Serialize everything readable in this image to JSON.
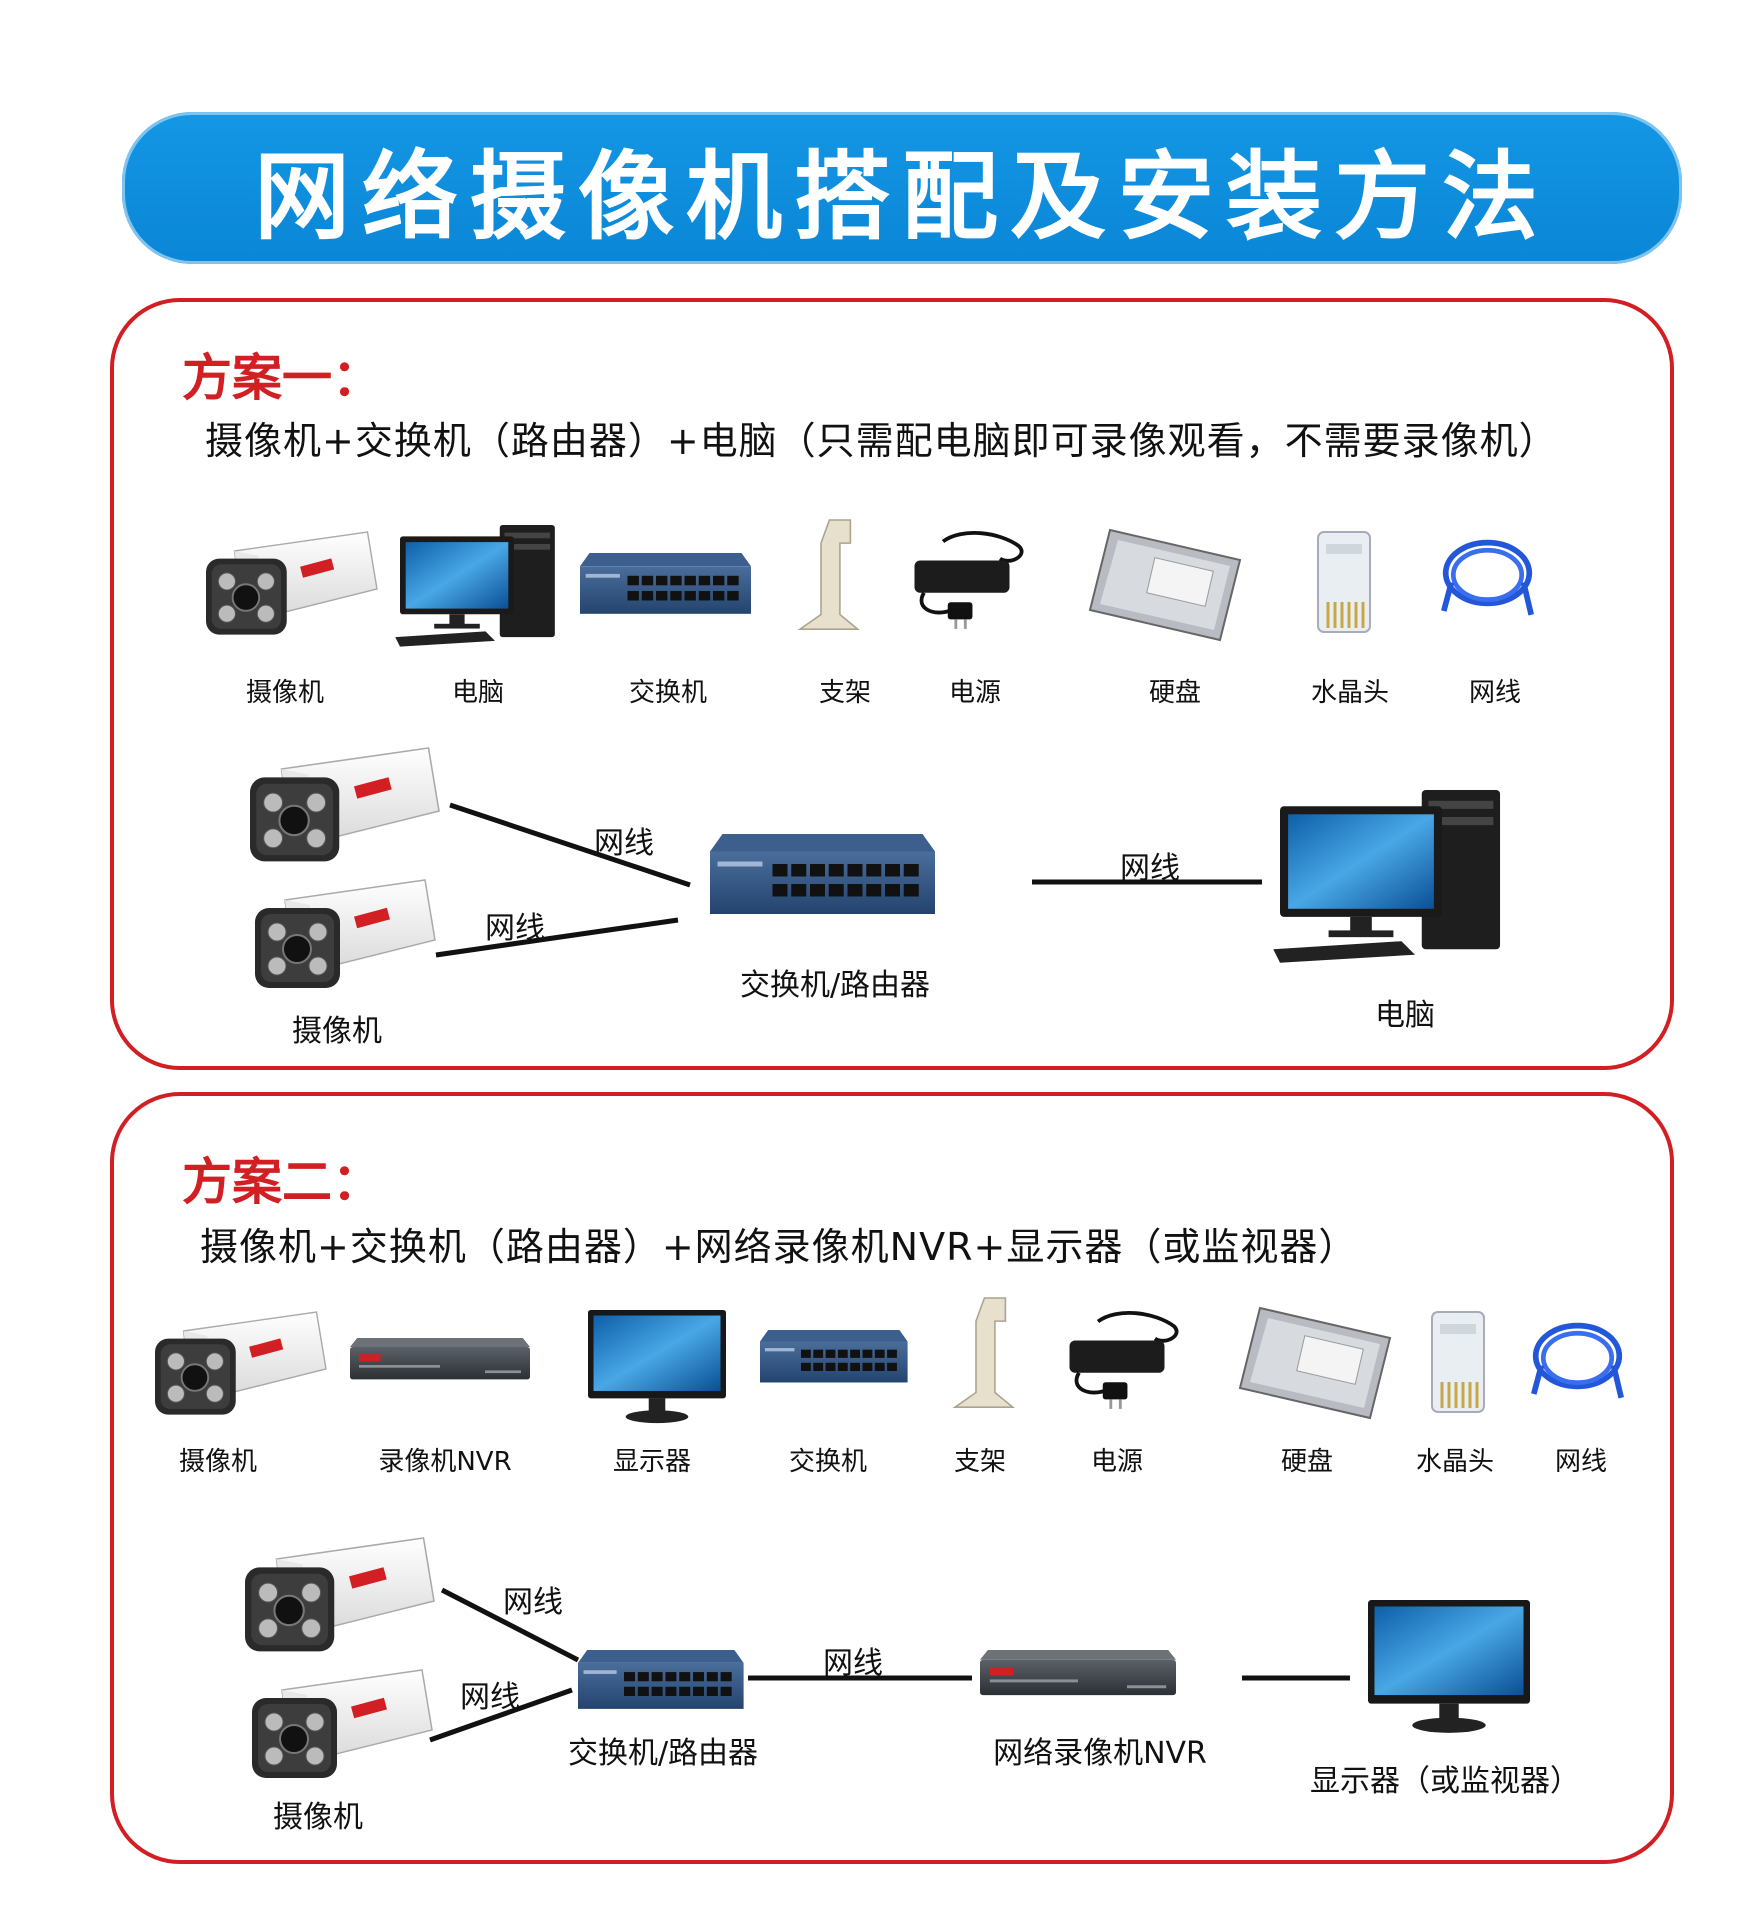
{
  "header": {
    "title": "网络摄像机搭配及安装方法"
  },
  "scheme1": {
    "title": "方案一：",
    "description": "摄像机+交换机（路由器）+电脑（只需配电脑即可录像观看，不需要录像机）",
    "items": [
      "摄像机",
      "电脑",
      "交换机",
      "支架",
      "电源",
      "硬盘",
      "水晶头",
      "网线"
    ],
    "diagram": {
      "camera_label": "摄像机",
      "switch_label": "交换机/路由器",
      "computer_label": "电脑",
      "cable_label_1": "网线",
      "cable_label_2": "网线",
      "cable_label_3": "网线"
    }
  },
  "scheme2": {
    "title": "方案二：",
    "description": "摄像机+交换机（路由器）+网络录像机NVR+显示器（或监视器）",
    "items": [
      "摄像机",
      "录像机NVR",
      "显示器",
      "交换机",
      "支架",
      "电源",
      "硬盘",
      "水晶头",
      "网线"
    ],
    "diagram": {
      "camera_label": "摄像机",
      "switch_label": "交换机/路由器",
      "nvr_label": "网络录像机NVR",
      "monitor_label": "显示器（或监视器）",
      "cable_label_1": "网线",
      "cable_label_2": "网线",
      "cable_label_3": "网线"
    }
  },
  "colors": {
    "banner": "#0a86d6",
    "panel_border": "#d21f24",
    "scheme_title": "#d21f24"
  }
}
